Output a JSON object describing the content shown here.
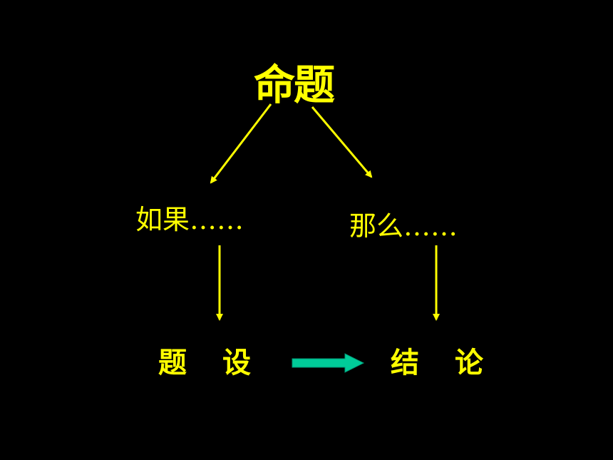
{
  "diagram": {
    "title": "命题",
    "if_label": "如果……",
    "then_label": "那么……",
    "hypothesis": "题设",
    "conclusion": "结论"
  },
  "colors": {
    "background": "#000000",
    "text": "#FFFF00",
    "arrow_yellow": "#FFFF00",
    "arrow_green": "#00CC99"
  }
}
